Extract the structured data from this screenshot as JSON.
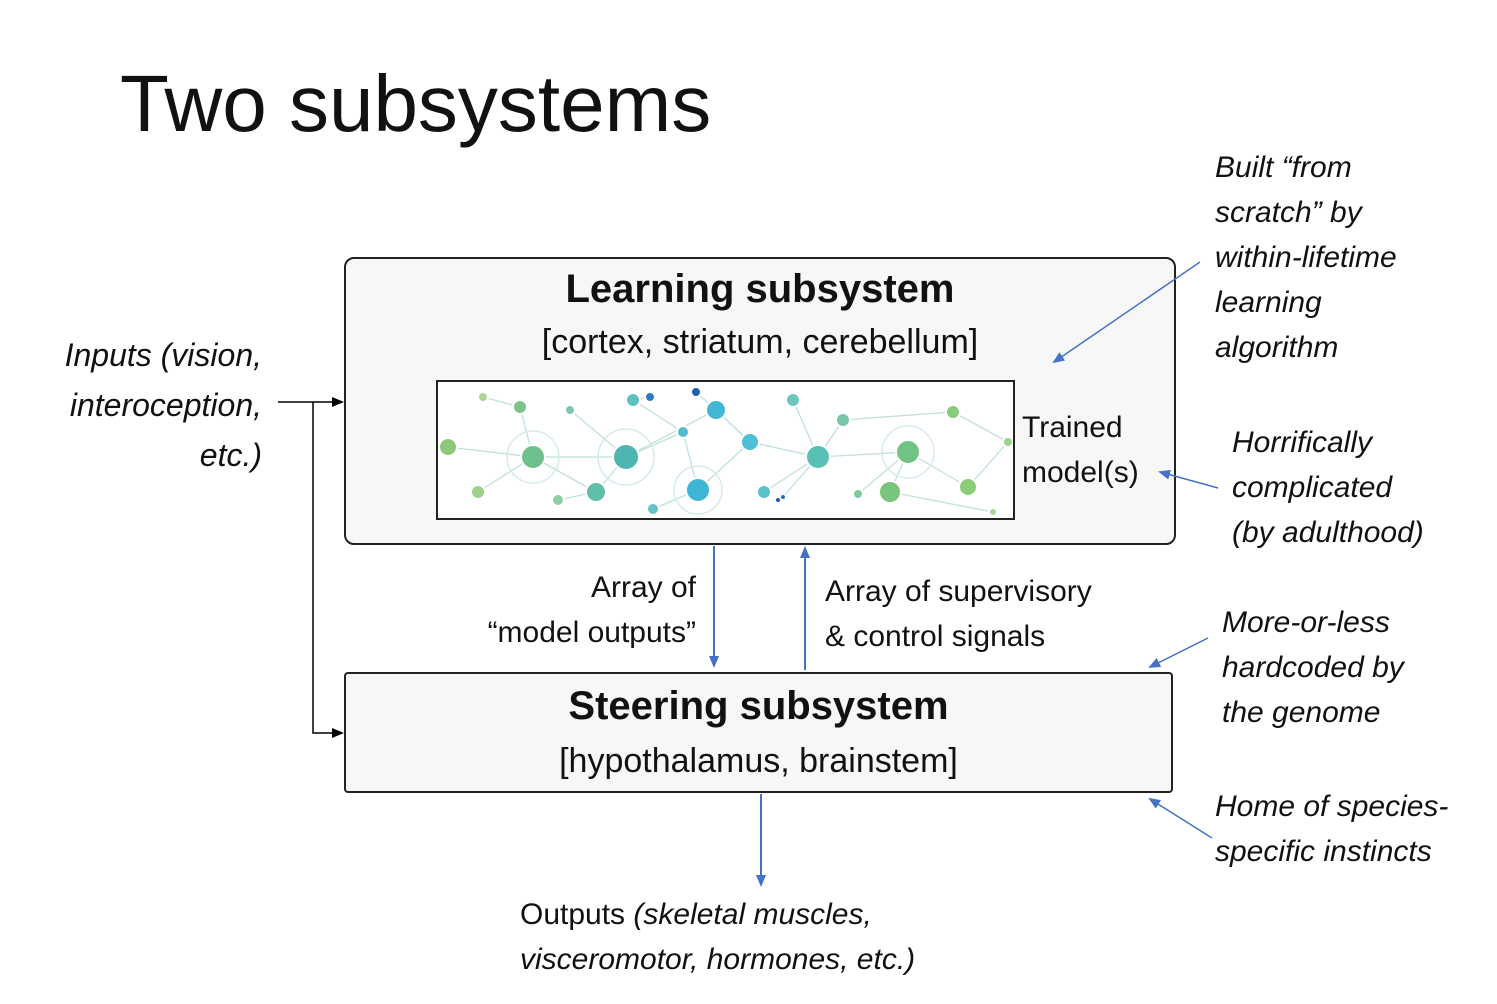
{
  "title": "Two subsystems",
  "learning": {
    "title": "Learning subsystem",
    "subtitle": "[cortex, striatum, cerebellum]",
    "model_label": [
      "Trained",
      "model(s)"
    ]
  },
  "steering": {
    "title": "Steering subsystem",
    "subtitle": "[hypothalamus, brainstem]"
  },
  "inputs": [
    "Inputs (vision,",
    "interoception,",
    "etc.)"
  ],
  "model_outputs": [
    "Array of",
    "“model outputs”"
  ],
  "supervisory": [
    "Array of supervisory",
    "& control signals"
  ],
  "outputs": {
    "lead": "Outputs ",
    "line1_italic": "(skeletal muscles,",
    "line2_italic": "visceromotor, hormones, etc.)"
  },
  "notes": {
    "built": [
      "Built “from",
      "scratch” by",
      "within-lifetime",
      "learning",
      "algorithm"
    ],
    "complicated": [
      "Horrifically",
      "complicated",
      "(by adulthood)"
    ],
    "hardcoded": [
      "More-or-less",
      "hardcoded by",
      "the genome"
    ],
    "instincts": [
      "Home of species-",
      "specific instincts"
    ]
  },
  "colors": {
    "arrow_blue": "#4472c4",
    "arrow_black": "#000000",
    "box_fill": "#f7f7f7"
  }
}
